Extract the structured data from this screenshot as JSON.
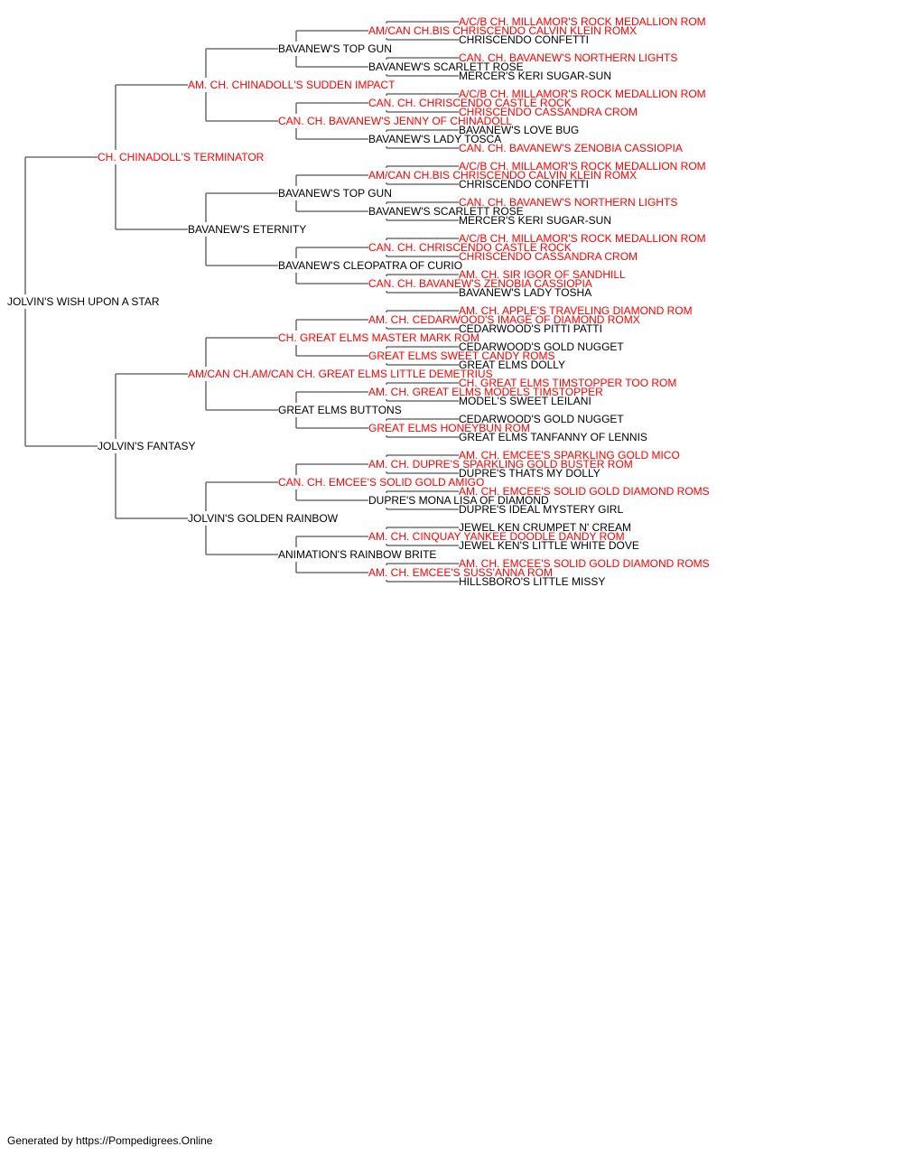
{
  "colors": {
    "champion": "#ff0000",
    "regular": "#000000",
    "lines": "#555555"
  },
  "pedigree": {
    "name": "JOLVIN'S WISH UPON A STAR",
    "champion": false,
    "sire": {
      "name": "CH. CHINADOLL'S TERMINATOR",
      "champion": true,
      "sire": {
        "name": "AM. CH. CHINADOLL'S SUDDEN IMPACT",
        "champion": true,
        "sire": {
          "name": "BAVANEW'S TOP GUN",
          "champion": false,
          "sire": {
            "name": "AM/CAN CH.BIS CHRISCENDO CALVIN KLEIN ROMX",
            "champion": true,
            "sire": {
              "name": "A/C/B CH. MILLAMOR'S ROCK MEDALLION ROM",
              "champion": true
            },
            "dam": {
              "name": "CHRISCENDO CONFETTI",
              "champion": false
            }
          },
          "dam": {
            "name": "BAVANEW'S SCARLETT ROSE",
            "champion": false,
            "sire": {
              "name": "CAN. CH. BAVANEW'S NORTHERN LIGHTS",
              "champion": true
            },
            "dam": {
              "name": "MERCER'S KERI SUGAR-SUN",
              "champion": false
            }
          }
        },
        "dam": {
          "name": "CAN. CH. BAVANEW'S JENNY OF CHINADOLL",
          "champion": true,
          "sire": {
            "name": "CAN. CH. CHRISCENDO CASTLE ROCK",
            "champion": true,
            "sire": {
              "name": "A/C/B CH. MILLAMOR'S ROCK MEDALLION ROM",
              "champion": true
            },
            "dam": {
              "name": "CHRISCENDO CASSANDRA CROM",
              "champion": true
            }
          },
          "dam": {
            "name": "BAVANEW'S LADY TOSCA",
            "champion": false,
            "sire": {
              "name": "BAVANEW'S LOVE BUG",
              "champion": false
            },
            "dam": {
              "name": "CAN. CH. BAVANEW'S ZENOBIA CASSIOPIA",
              "champion": true
            }
          }
        }
      },
      "dam": {
        "name": "BAVANEW'S ETERNITY",
        "champion": false,
        "sire": {
          "name": "BAVANEW'S TOP GUN",
          "champion": false,
          "sire": {
            "name": "AM/CAN CH.BIS CHRISCENDO CALVIN KLEIN ROMX",
            "champion": true,
            "sire": {
              "name": "A/C/B CH. MILLAMOR'S ROCK MEDALLION ROM",
              "champion": true
            },
            "dam": {
              "name": "CHRISCENDO CONFETTI",
              "champion": false
            }
          },
          "dam": {
            "name": "BAVANEW'S SCARLETT ROSE",
            "champion": false,
            "sire": {
              "name": "CAN. CH. BAVANEW'S NORTHERN LIGHTS",
              "champion": true
            },
            "dam": {
              "name": "MERCER'S KERI SUGAR-SUN",
              "champion": false
            }
          }
        },
        "dam": {
          "name": "BAVANEW'S CLEOPATRA OF CURIO",
          "champion": false,
          "sire": {
            "name": "CAN. CH. CHRISCENDO CASTLE ROCK",
            "champion": true,
            "sire": {
              "name": "A/C/B CH. MILLAMOR'S ROCK MEDALLION ROM",
              "champion": true
            },
            "dam": {
              "name": "CHRISCENDO CASSANDRA CROM",
              "champion": true
            }
          },
          "dam": {
            "name": "CAN. CH. BAVANEW'S ZENOBIA CASSIOPIA",
            "champion": true,
            "sire": {
              "name": "AM. CH. SIR IGOR OF SANDHILL",
              "champion": true
            },
            "dam": {
              "name": "BAVANEW'S LADY TOSHA",
              "champion": false
            }
          }
        }
      }
    },
    "dam": {
      "name": "JOLVIN'S FANTASY",
      "champion": false,
      "sire": {
        "name": "AM/CAN CH.AM/CAN CH. GREAT ELMS LITTLE DEMETRIUS",
        "champion": true,
        "sire": {
          "name": "CH. GREAT ELMS MASTER MARK ROM",
          "champion": true,
          "sire": {
            "name": "AM. CH. CEDARWOOD'S IMAGE OF DIAMOND ROMX",
            "champion": true,
            "sire": {
              "name": "AM. CH. APPLE'S TRAVELING DIAMOND ROM",
              "champion": true
            },
            "dam": {
              "name": "CEDARWOOD'S PITTI PATTI",
              "champion": false
            }
          },
          "dam": {
            "name": "GREAT ELMS SWEET CANDY ROMS",
            "champion": true,
            "sire": {
              "name": "CEDARWOOD'S GOLD NUGGET",
              "champion": false
            },
            "dam": {
              "name": "GREAT ELMS DOLLY",
              "champion": false
            }
          }
        },
        "dam": {
          "name": "GREAT ELMS BUTTONS",
          "champion": false,
          "sire": {
            "name": "AM. CH. GREAT ELMS MODELS TIMSTOPPER",
            "champion": true,
            "sire": {
              "name": "CH. GREAT ELMS TIMSTOPPER TOO ROM",
              "champion": true
            },
            "dam": {
              "name": "MODEL'S SWEET LEILANI",
              "champion": false
            }
          },
          "dam": {
            "name": "GREAT ELMS HONEYBUN ROM",
            "champion": true,
            "sire": {
              "name": "CEDARWOOD'S GOLD NUGGET",
              "champion": false
            },
            "dam": {
              "name": "GREAT ELMS TANFANNY OF LENNIS",
              "champion": false
            }
          }
        }
      },
      "dam": {
        "name": "JOLVIN'S GOLDEN RAINBOW",
        "champion": false,
        "sire": {
          "name": "CAN. CH. EMCEE'S SOLID GOLD AMIGO",
          "champion": true,
          "sire": {
            "name": "AM. CH. DUPRE'S SPARKLING GOLD BUSTER ROM",
            "champion": true,
            "sire": {
              "name": "AM. CH. EMCEE'S SPARKLING GOLD MICO",
              "champion": true
            },
            "dam": {
              "name": "DUPRE'S THATS MY DOLLY",
              "champion": false
            }
          },
          "dam": {
            "name": "DUPRE'S MONA LISA OF DIAMOND",
            "champion": false,
            "sire": {
              "name": "AM. CH. EMCEE'S SOLID GOLD DIAMOND ROMS",
              "champion": true
            },
            "dam": {
              "name": "DUPRE'S IDEAL MYSTERY GIRL",
              "champion": false
            }
          }
        },
        "dam": {
          "name": "ANIMATION'S RAINBOW BRITE",
          "champion": false,
          "sire": {
            "name": "AM. CH. CINQUAY YANKEE DOODLE DANDY ROM",
            "champion": true,
            "sire": {
              "name": "JEWEL KEN CRUMPET N' CREAM",
              "champion": false
            },
            "dam": {
              "name": "JEWEL KEN'S LITTLE WHITE DOVE",
              "champion": false
            }
          },
          "dam": {
            "name": "AM. CH. EMCEE'S SUSS'ANNA ROM",
            "champion": true,
            "sire": {
              "name": "AM. CH. EMCEE'S SOLID GOLD DIAMOND ROMS",
              "champion": true
            },
            "dam": {
              "name": "HILLSBORO'S LITTLE MISSY",
              "champion": false
            }
          }
        }
      }
    }
  },
  "footer": "Generated by https://Pompedigrees.Online"
}
